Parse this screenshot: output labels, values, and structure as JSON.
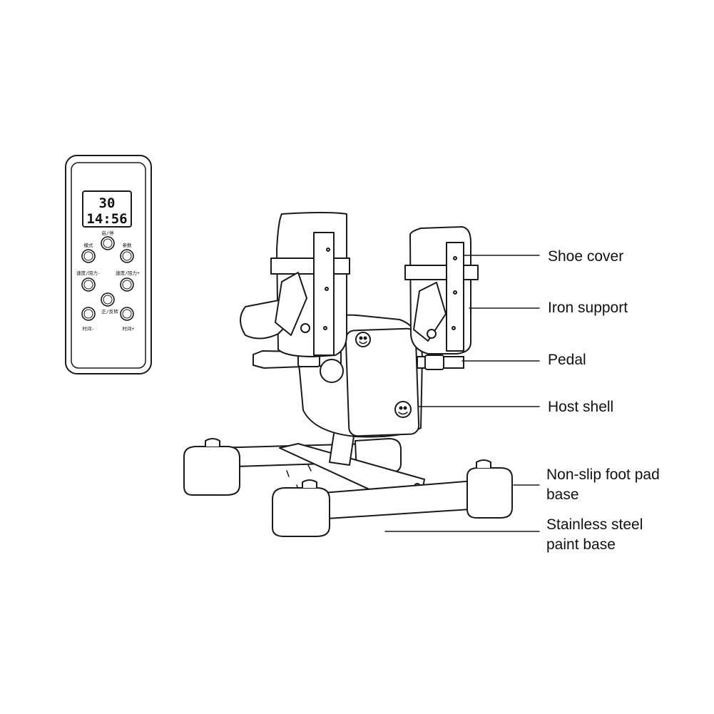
{
  "remote": {
    "display_line1": "30",
    "display_line2": "14:56",
    "buttons": {
      "start_stop": "启/停",
      "mode": "模式",
      "params": "参数",
      "speed_resist_minus": "速度/阻力-",
      "speed_resist_plus": "速度/阻力+",
      "forward_reverse": "正/反转",
      "time_minus": "时间-",
      "time_plus": "时间+"
    }
  },
  "callouts": {
    "shoe_cover": "Shoe cover",
    "iron_support": "Iron support",
    "pedal": "Pedal",
    "host_shell": "Host shell",
    "foot_pad_line1": "Non-slip foot pad",
    "foot_pad_line2": "base",
    "steel_base_line1": "Stainless steel",
    "steel_base_line2": "paint base"
  },
  "colors": {
    "line": "#1a1a1a",
    "fill": "#ffffff"
  }
}
